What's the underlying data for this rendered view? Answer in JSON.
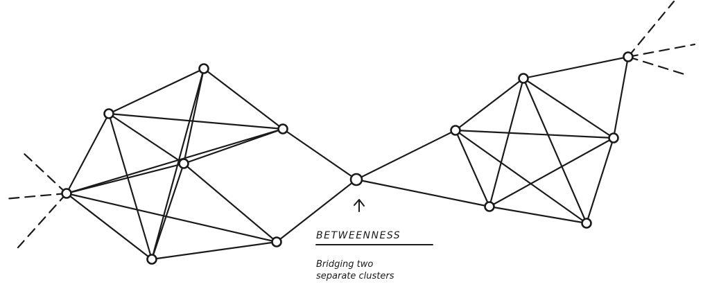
{
  "annotation": {
    "title": "BETWEENNESS",
    "line1": "Bridging two",
    "line2": "separate clusters"
  },
  "colors": {
    "ink": "#1a1a1a",
    "background": "#ffffff"
  },
  "graph": {
    "nodes": [
      {
        "id": "L-top"
      },
      {
        "id": "L-upper-left"
      },
      {
        "id": "L-right-upper"
      },
      {
        "id": "L-center"
      },
      {
        "id": "L-left-hub"
      },
      {
        "id": "L-bottom"
      },
      {
        "id": "L-bottom-right"
      },
      {
        "id": "bridge"
      },
      {
        "id": "R-left"
      },
      {
        "id": "R-top"
      },
      {
        "id": "R-far-top"
      },
      {
        "id": "R-right"
      },
      {
        "id": "R-bottom-left"
      },
      {
        "id": "R-bottom-right"
      }
    ],
    "edges": [
      [
        "L-top",
        "L-upper-left"
      ],
      [
        "L-top",
        "L-right-upper"
      ],
      [
        "L-top",
        "L-center"
      ],
      [
        "L-top",
        "L-bottom"
      ],
      [
        "L-upper-left",
        "L-right-upper"
      ],
      [
        "L-upper-left",
        "L-center"
      ],
      [
        "L-upper-left",
        "L-left-hub"
      ],
      [
        "L-upper-left",
        "L-bottom"
      ],
      [
        "L-right-upper",
        "L-center"
      ],
      [
        "L-right-upper",
        "L-left-hub"
      ],
      [
        "L-right-upper",
        "bridge"
      ],
      [
        "L-center",
        "L-left-hub"
      ],
      [
        "L-center",
        "L-bottom"
      ],
      [
        "L-center",
        "L-bottom-right"
      ],
      [
        "L-left-hub",
        "L-bottom"
      ],
      [
        "L-left-hub",
        "L-bottom-right"
      ],
      [
        "L-bottom",
        "L-bottom-right"
      ],
      [
        "L-bottom-right",
        "bridge"
      ],
      [
        "bridge",
        "R-left"
      ],
      [
        "bridge",
        "R-bottom-left"
      ],
      [
        "R-left",
        "R-top"
      ],
      [
        "R-left",
        "R-right"
      ],
      [
        "R-left",
        "R-bottom-left"
      ],
      [
        "R-left",
        "R-bottom-right"
      ],
      [
        "R-top",
        "R-far-top"
      ],
      [
        "R-top",
        "R-right"
      ],
      [
        "R-top",
        "R-bottom-left"
      ],
      [
        "R-top",
        "R-bottom-right"
      ],
      [
        "R-right",
        "R-far-top"
      ],
      [
        "R-right",
        "R-bottom-left"
      ],
      [
        "R-right",
        "R-bottom-right"
      ],
      [
        "R-bottom-left",
        "R-bottom-right"
      ]
    ],
    "dangling_edges": [
      {
        "from": "L-left-hub",
        "direction": "upper-left"
      },
      {
        "from": "L-left-hub",
        "direction": "left"
      },
      {
        "from": "L-left-hub",
        "direction": "lower-left"
      },
      {
        "from": "R-far-top",
        "direction": "up-right"
      },
      {
        "from": "R-far-top",
        "direction": "right"
      },
      {
        "from": "R-far-top",
        "direction": "lower-right"
      }
    ]
  }
}
